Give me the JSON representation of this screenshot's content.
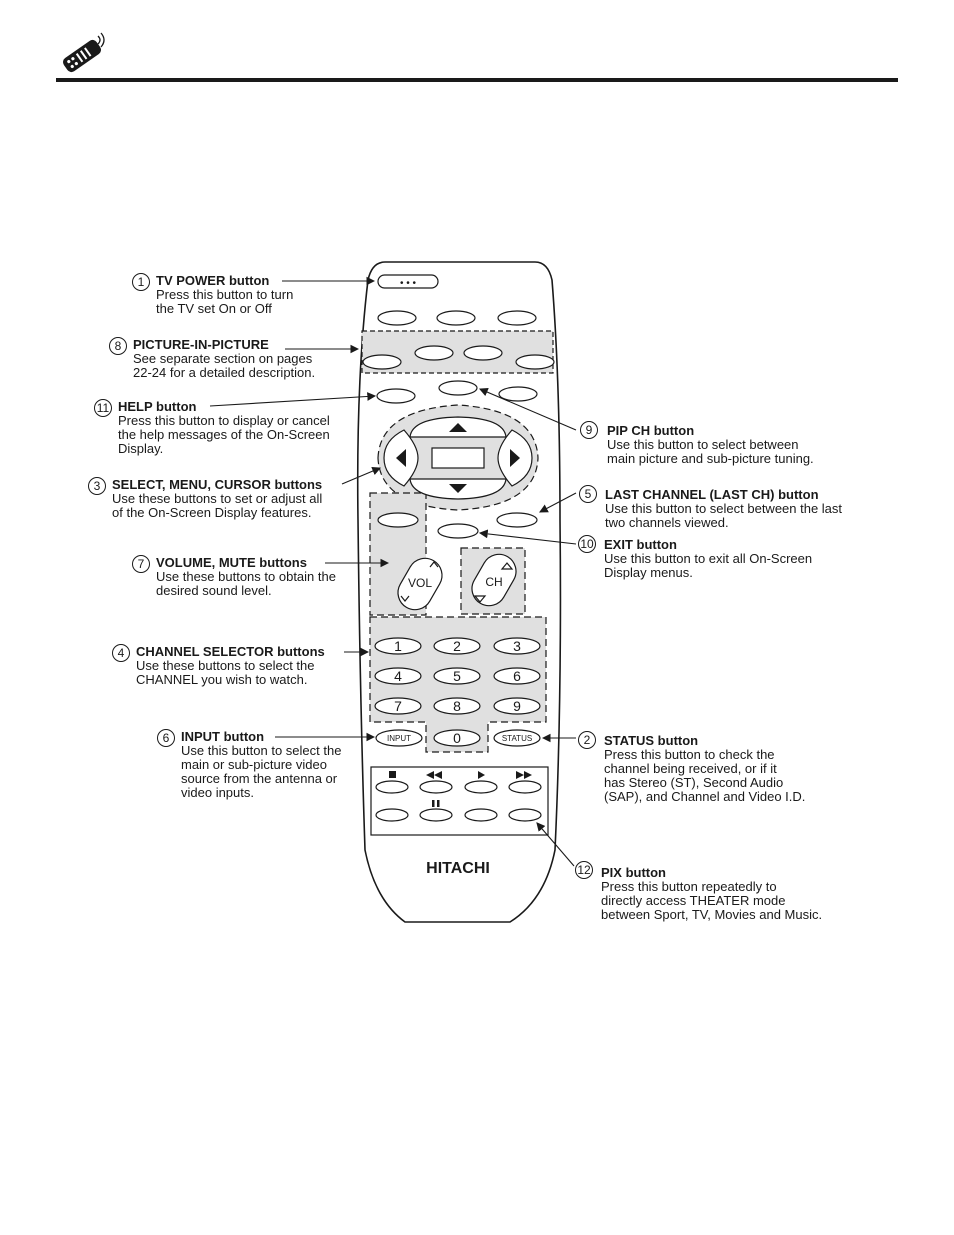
{
  "page": {
    "icon": "remote-control-icon"
  },
  "remote": {
    "brand": "HITACHI",
    "vol_label": "VOL",
    "ch_label": "CH",
    "digits": [
      "1",
      "2",
      "3",
      "4",
      "5",
      "6",
      "7",
      "8",
      "9"
    ],
    "zero": "0",
    "input_label": "INPUT",
    "status_label": "STATUS",
    "power_dots": "• • •"
  },
  "callouts": [
    {
      "id": "tv-power",
      "num": "1",
      "title": "TV POWER button",
      "desc": "Press this button to turn\nthe TV set On or Off"
    },
    {
      "id": "pip",
      "num": "8",
      "title": "PICTURE-IN-PICTURE",
      "desc": "See separate section on pages\n22-24 for a detailed description."
    },
    {
      "id": "help",
      "num": "11",
      "title": "HELP button",
      "desc": "Press this button to display or cancel\nthe help messages of the On-Screen\nDisplay."
    },
    {
      "id": "select-menu-cursor",
      "num": "3",
      "title": "SELECT, MENU, CURSOR buttons",
      "desc": "Use these buttons to set or adjust all\nof the On-Screen Display features."
    },
    {
      "id": "volume-mute",
      "num": "7",
      "title": "VOLUME, MUTE buttons",
      "desc": "Use these buttons to obtain the\ndesired sound level."
    },
    {
      "id": "channel-selector",
      "num": "4",
      "title": "CHANNEL SELECTOR buttons",
      "desc": "Use these buttons to select the\nCHANNEL you wish to watch."
    },
    {
      "id": "input",
      "num": "6",
      "title": "INPUT button",
      "desc": "Use this button to select the\nmain or sub-picture video\nsource from the antenna or\nvideo inputs."
    },
    {
      "id": "pip-ch",
      "num": "9",
      "title": "PIP CH button",
      "desc": "Use this button to select between\nmain picture and sub-picture tuning."
    },
    {
      "id": "last-channel",
      "num": "5",
      "title": "LAST CHANNEL (LAST CH) button",
      "desc": "Use this button to select between the last\ntwo channels viewed."
    },
    {
      "id": "exit",
      "num": "10",
      "title": "EXIT button",
      "desc": "Use this button to exit all On-Screen\nDisplay menus."
    },
    {
      "id": "status",
      "num": "2",
      "title": "STATUS button",
      "desc": "Press this button to check the\nchannel being received, or if it\nhas Stereo (ST), Second Audio\n(SAP), and Channel and Video I.D."
    },
    {
      "id": "pix",
      "num": "12",
      "title": "PIX button",
      "desc": "Press this button repeatedly to\ndirectly access THEATER mode\nbetween Sport, TV, Movies and Music."
    }
  ]
}
